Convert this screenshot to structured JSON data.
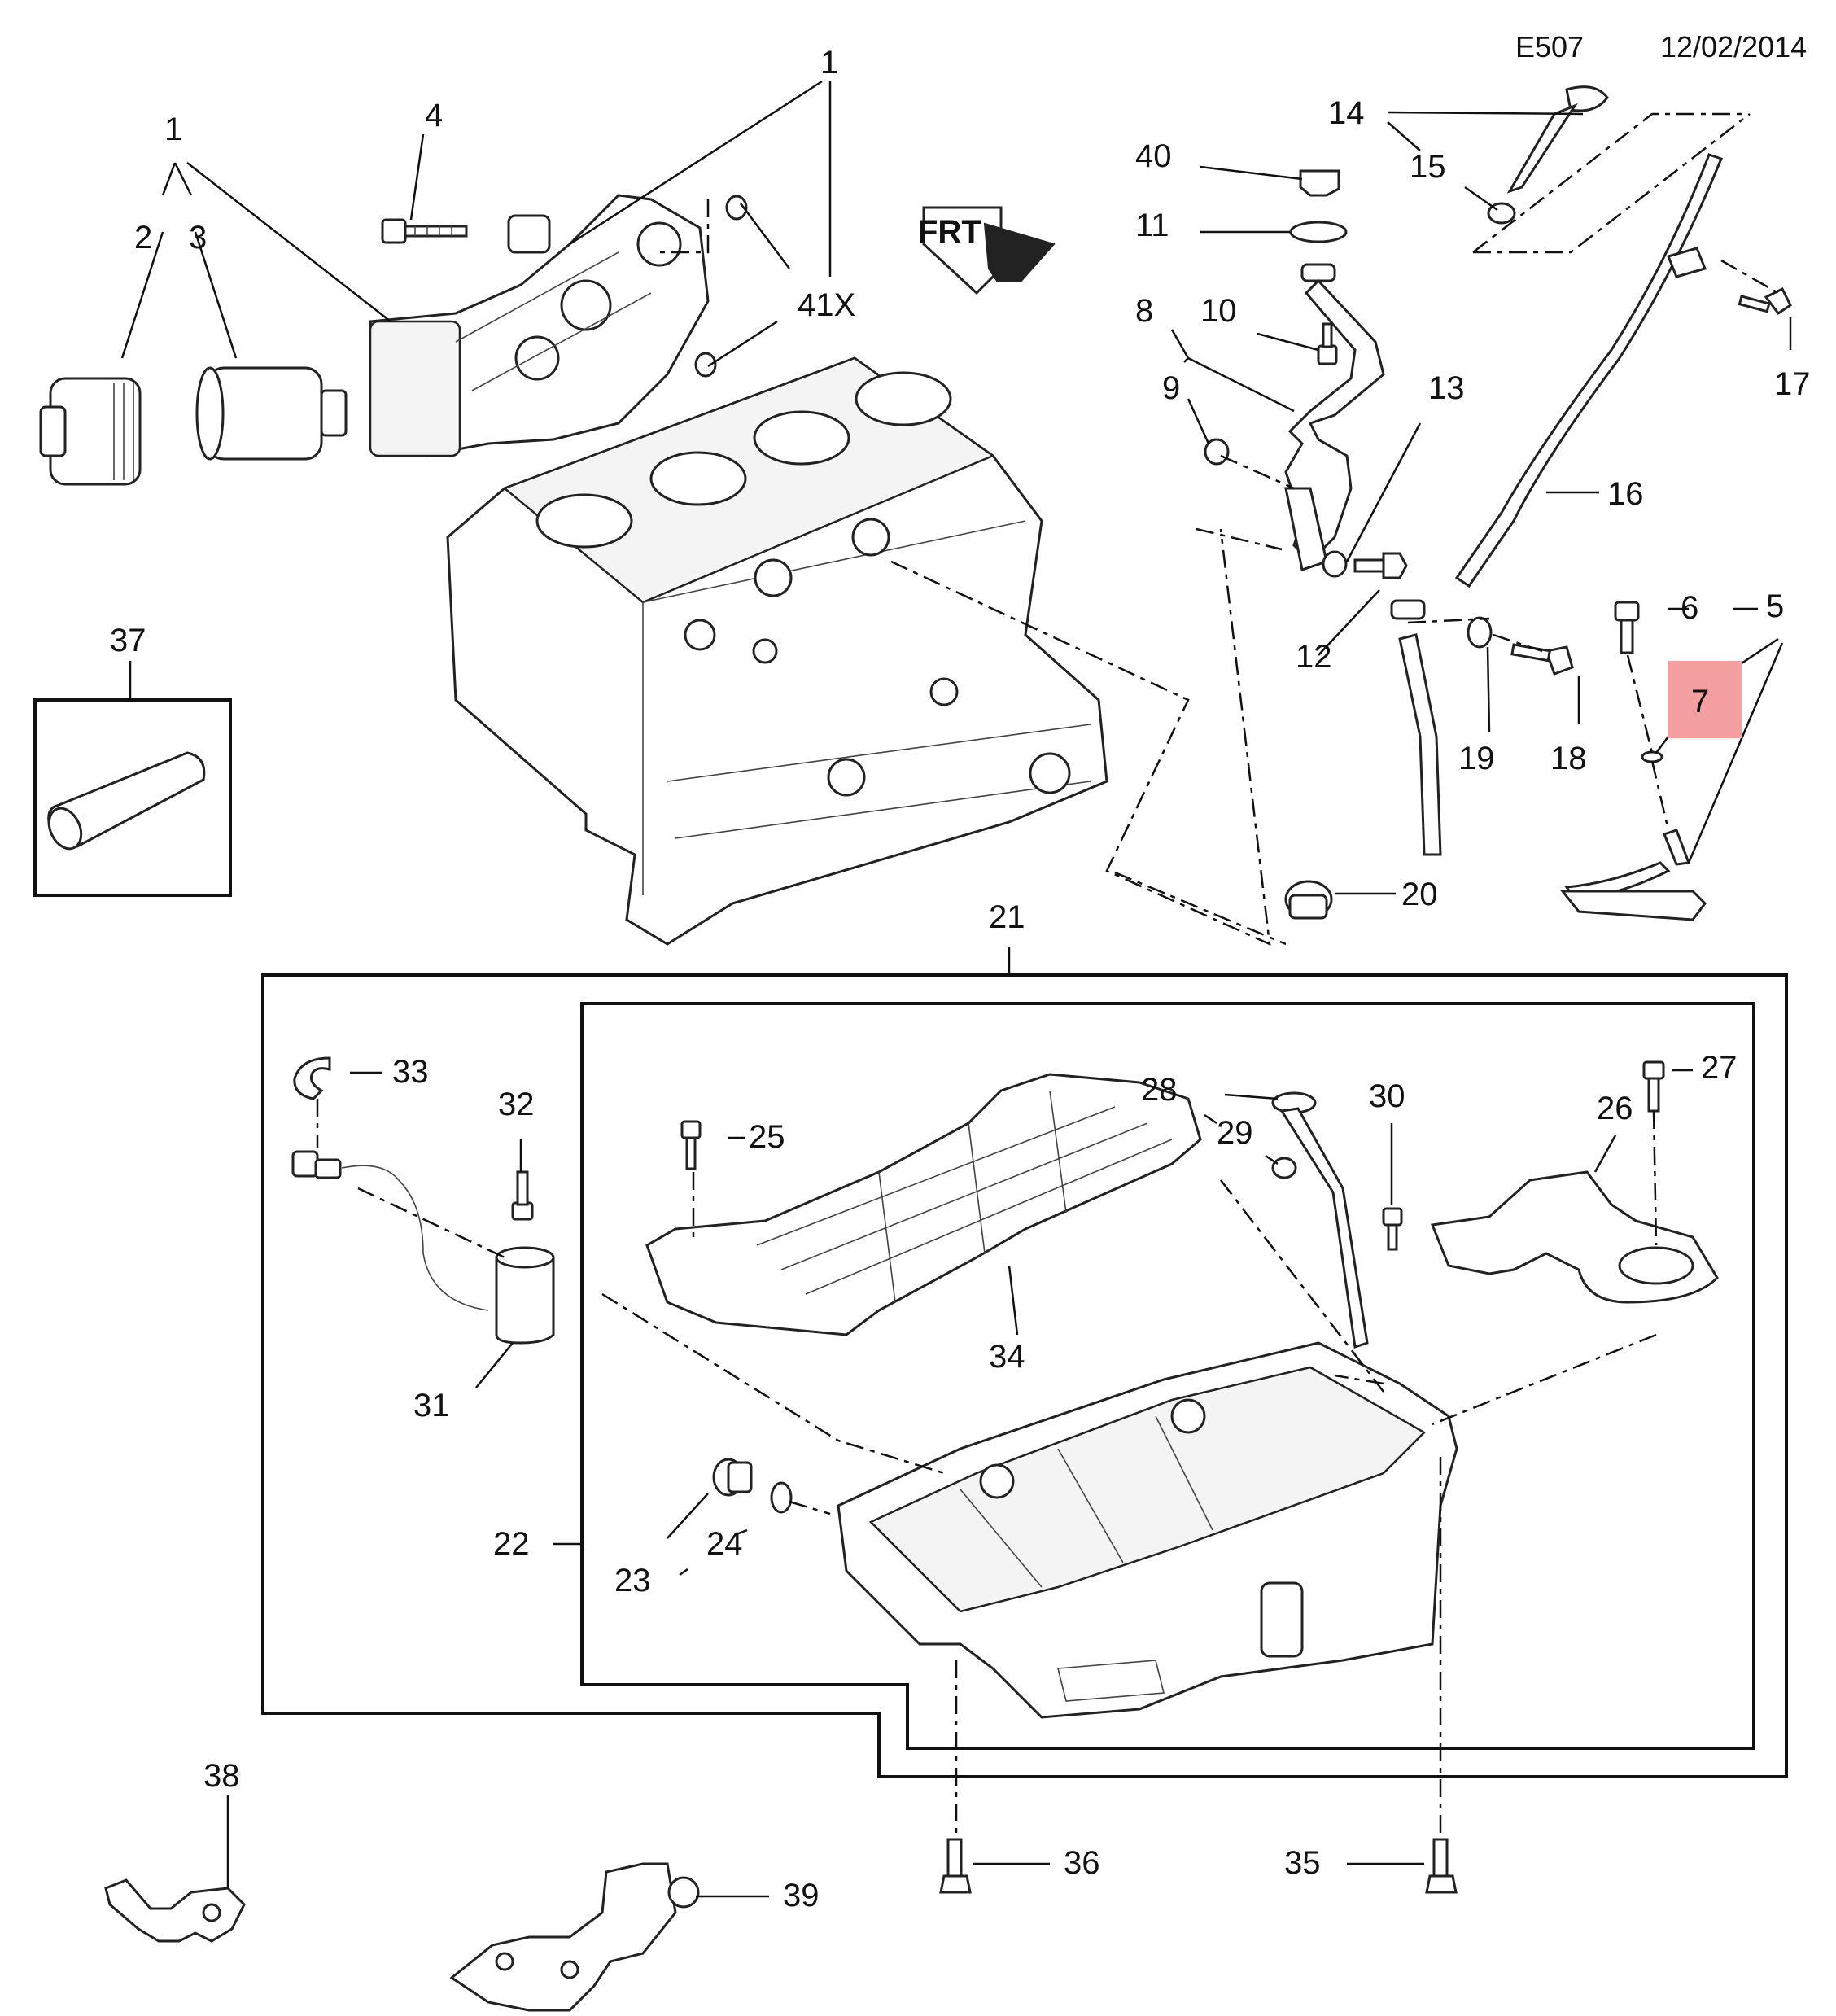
{
  "header": {
    "code": "E507",
    "date": "12/02/2014"
  },
  "highlight": {
    "label": "7",
    "color": "#f4a0a0"
  },
  "callouts": {
    "c1a": "1",
    "c1b": "1",
    "c2": "2",
    "c3": "3",
    "c4": "4",
    "c5": "5",
    "c6": "6",
    "c8": "8",
    "c9": "9",
    "c10": "10",
    "c11": "11",
    "c12": "12",
    "c13": "13",
    "c14": "14",
    "c15": "15",
    "c16": "16",
    "c17": "17",
    "c18": "18",
    "c19": "19",
    "c20": "20",
    "c21": "21",
    "c22": "22",
    "c23": "23",
    "c24": "24",
    "c25": "25",
    "c26": "26",
    "c27": "27",
    "c28": "28",
    "c29": "29",
    "c30": "30",
    "c31": "31",
    "c32": "32",
    "c33": "33",
    "c34": "34",
    "c35": "35",
    "c36": "36",
    "c37": "37",
    "c38": "38",
    "c39": "39",
    "c40": "40",
    "c41x": "41X"
  },
  "front_marker": "FRT"
}
